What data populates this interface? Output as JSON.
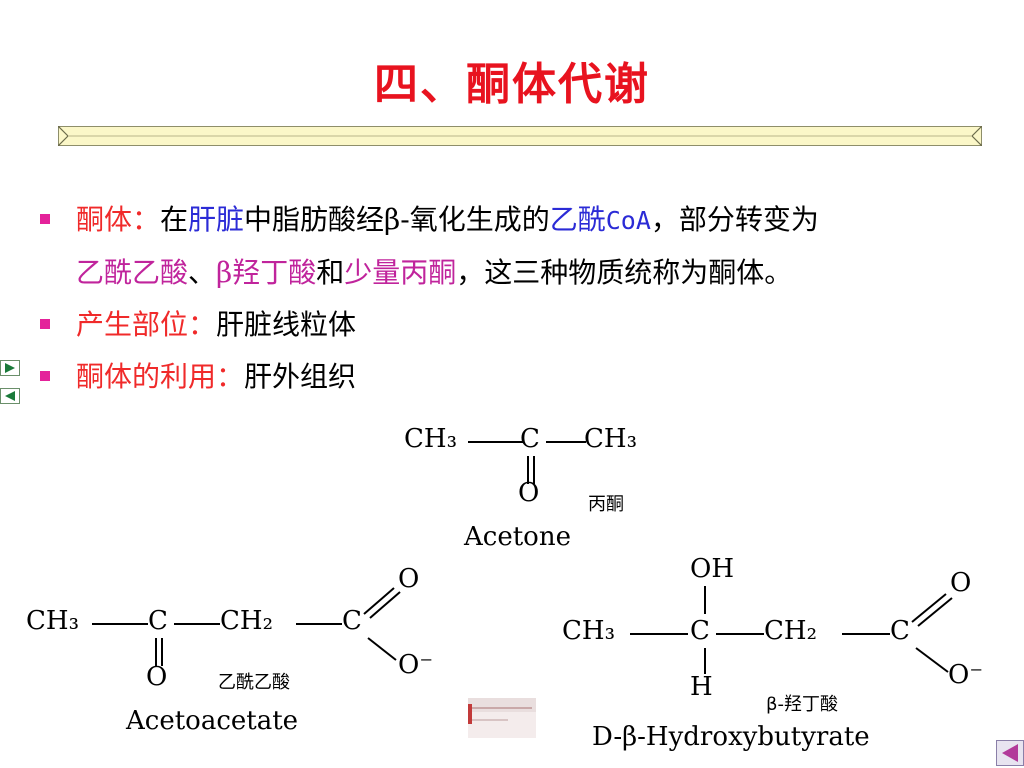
{
  "title": "四、酮体代谢",
  "bullets": [
    {
      "label": "酮体：",
      "parts": {
        "p1": "在",
        "p2": "肝脏",
        "p3": "中脂肪酸经β-氧化生成的",
        "p4": "乙酰",
        "p5": "CoA",
        "p6": "，部分转变为",
        "p7": "乙酰乙酸",
        "p8": "、",
        "p9": "β羟丁酸",
        "p10": "和",
        "p11": "少量丙酮",
        "p12": "，这三种物质统称为酮体。"
      }
    },
    {
      "label": "产生部位：",
      "text": "肝脏线粒体"
    },
    {
      "label": "酮体的利用：",
      "text": "肝外组织"
    }
  ],
  "structures": {
    "acetone": {
      "ch3_left": "CH₃",
      "c": "C",
      "ch3_right": "CH₃",
      "o": "O",
      "cn": "丙酮",
      "en": "Acetone"
    },
    "acetoacetate": {
      "ch3": "CH₃",
      "c1": "C",
      "ch2": "CH₂",
      "c2": "C",
      "o_top": "O",
      "o_minus": "O⁻",
      "o_bottom": "O",
      "cn": "乙酰乙酸",
      "en": "Acetoacetate"
    },
    "hydroxybutyrate": {
      "oh": "OH",
      "ch3": "CH₃",
      "c1": "C",
      "ch2": "CH₂",
      "c2": "C",
      "o_top": "O",
      "o_minus": "O⁻",
      "h": "H",
      "cn": "β-羟丁酸",
      "en": "D-β-Hydroxybutyrate"
    }
  },
  "colors": {
    "title": "#e8131f",
    "label": "#f02a2a",
    "blue": "#2b2bd6",
    "magenta": "#c0249c",
    "bullet": "#e4229a"
  }
}
